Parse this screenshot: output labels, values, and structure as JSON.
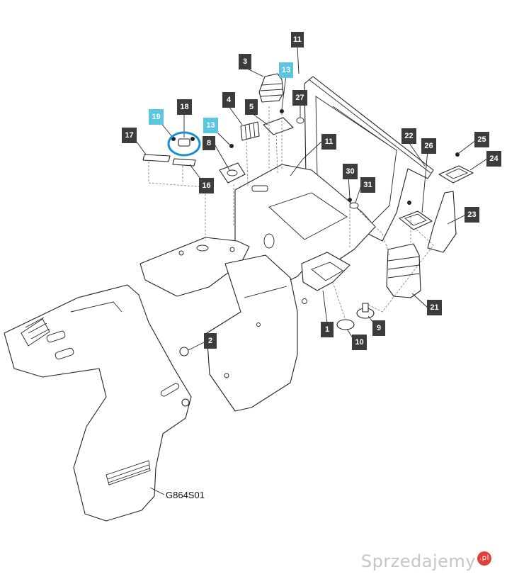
{
  "colors": {
    "callout_dark": "#3c3c3c",
    "callout_highlight": "#5cc5e0",
    "highlight_ring": "#1a8fd0",
    "line": "#222222"
  },
  "drawing_code": "G864S01",
  "watermark": {
    "text": "Sprzedajemy",
    "badge": ".pl"
  },
  "callouts": [
    {
      "id": "c11a",
      "label": "11",
      "highlight": false
    },
    {
      "id": "c3",
      "label": "3",
      "highlight": false
    },
    {
      "id": "c13a",
      "label": "13",
      "highlight": true
    },
    {
      "id": "c27",
      "label": "27",
      "highlight": false
    },
    {
      "id": "c4",
      "label": "4",
      "highlight": false
    },
    {
      "id": "c5",
      "label": "5",
      "highlight": false
    },
    {
      "id": "c18",
      "label": "18",
      "highlight": false
    },
    {
      "id": "c19",
      "label": "19",
      "highlight": true
    },
    {
      "id": "c13b",
      "label": "13",
      "highlight": true
    },
    {
      "id": "c17",
      "label": "17",
      "highlight": false
    },
    {
      "id": "c8",
      "label": "8",
      "highlight": false
    },
    {
      "id": "c11b",
      "label": "11",
      "highlight": false
    },
    {
      "id": "c22",
      "label": "22",
      "highlight": false
    },
    {
      "id": "c25",
      "label": "25",
      "highlight": false
    },
    {
      "id": "c26",
      "label": "26",
      "highlight": false
    },
    {
      "id": "c24",
      "label": "24",
      "highlight": false
    },
    {
      "id": "c16",
      "label": "16",
      "highlight": false
    },
    {
      "id": "c30",
      "label": "30",
      "highlight": false
    },
    {
      "id": "c31",
      "label": "31",
      "highlight": false
    },
    {
      "id": "c23",
      "label": "23",
      "highlight": false
    },
    {
      "id": "c21",
      "label": "21",
      "highlight": false
    },
    {
      "id": "c1",
      "label": "1",
      "highlight": false
    },
    {
      "id": "c9",
      "label": "9",
      "highlight": false
    },
    {
      "id": "c2",
      "label": "2",
      "highlight": false
    },
    {
      "id": "c10",
      "label": "10",
      "highlight": false
    }
  ]
}
